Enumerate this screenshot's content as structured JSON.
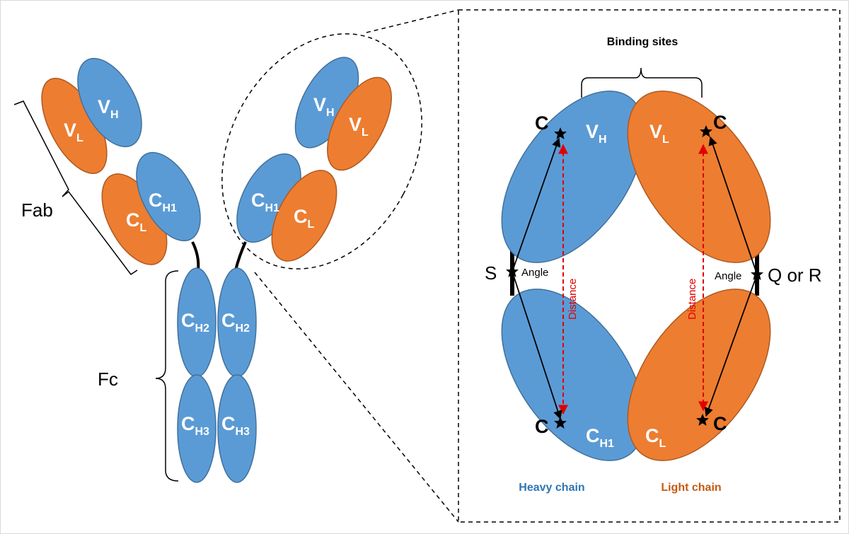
{
  "colors": {
    "heavy": "#5B9BD5",
    "light": "#ED7D31",
    "heavy_text": "#2E75B6",
    "light_text": "#C55A11",
    "distance": "#E00000",
    "outline_heavy": "#41719C",
    "outline_light": "#AE5A21"
  },
  "antibody": {
    "fab_label": "Fab",
    "fc_label": "Fc",
    "domains": {
      "vh": {
        "main": "V",
        "sub": "H"
      },
      "vl": {
        "main": "V",
        "sub": "L"
      },
      "ch1": {
        "main": "C",
        "sub": "H1"
      },
      "cl": {
        "main": "C",
        "sub": "L"
      },
      "ch2": {
        "main": "C",
        "sub": "H2"
      },
      "ch3": {
        "main": "C",
        "sub": "H3"
      }
    }
  },
  "detail": {
    "binding_sites": "Binding sites",
    "c_terminus": "C",
    "distance": "Distance",
    "angle": "Angle",
    "heavy_hinge": "S",
    "light_hinge": "Q or R",
    "heavy_chain": "Heavy chain",
    "light_chain": "Light chain"
  }
}
